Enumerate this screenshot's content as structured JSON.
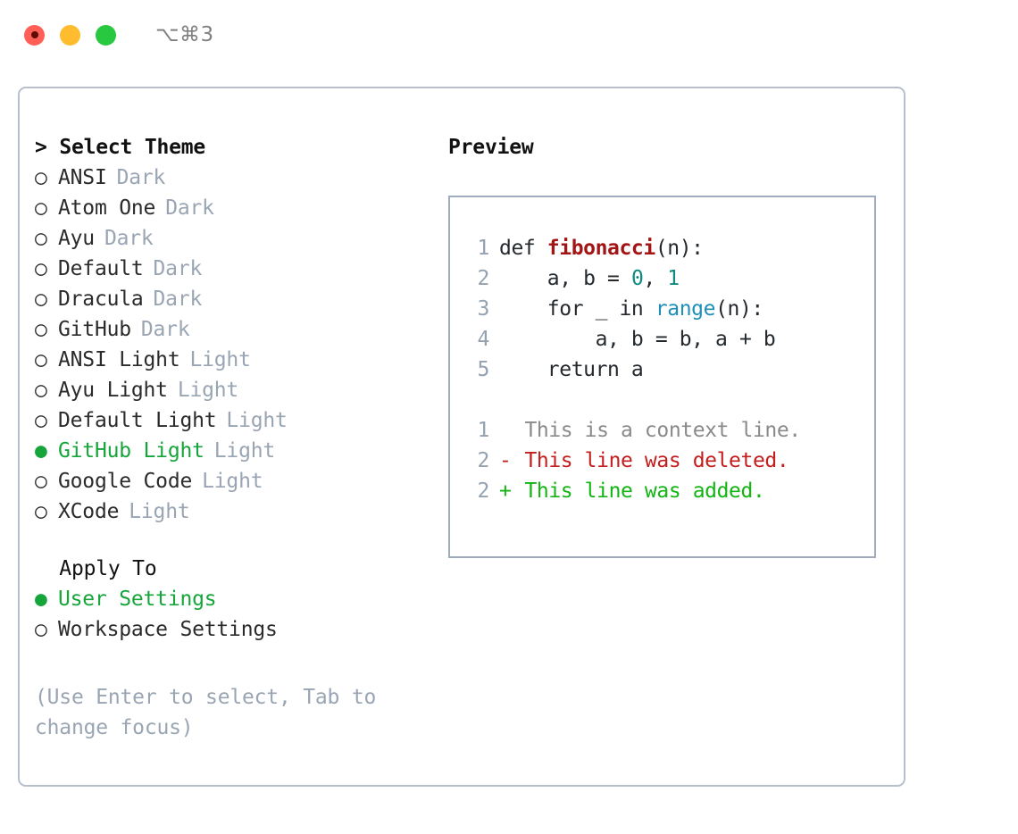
{
  "titlebar": {
    "shortcut": "⌥⌘3",
    "lights": [
      "close-red",
      "minimize-yellow",
      "zoom-green"
    ]
  },
  "theme_picker": {
    "header_prompt": ">",
    "header": "Select Theme",
    "bullet_unselected": "○",
    "bullet_selected": "●",
    "items": [
      {
        "name": "ANSI",
        "variant": "Dark",
        "selected": false
      },
      {
        "name": "Atom One",
        "variant": "Dark",
        "selected": false
      },
      {
        "name": "Ayu",
        "variant": "Dark",
        "selected": false
      },
      {
        "name": "Default",
        "variant": "Dark",
        "selected": false
      },
      {
        "name": "Dracula",
        "variant": "Dark",
        "selected": false
      },
      {
        "name": "GitHub",
        "variant": "Dark",
        "selected": false
      },
      {
        "name": "ANSI Light",
        "variant": "Light",
        "selected": false
      },
      {
        "name": "Ayu Light",
        "variant": "Light",
        "selected": false
      },
      {
        "name": "Default Light",
        "variant": "Light",
        "selected": false
      },
      {
        "name": "GitHub Light",
        "variant": "Light",
        "selected": true
      },
      {
        "name": "Google Code",
        "variant": "Light",
        "selected": false
      },
      {
        "name": "XCode",
        "variant": "Light",
        "selected": false
      }
    ]
  },
  "apply_to": {
    "header": "Apply To",
    "items": [
      {
        "name": "User Settings",
        "selected": true
      },
      {
        "name": "Workspace Settings",
        "selected": false
      }
    ]
  },
  "hint": "(Use Enter to select, Tab to change focus)",
  "preview": {
    "title": "Preview",
    "code_lines": [
      {
        "no": "1",
        "indent": "",
        "tokens": [
          {
            "t": "def ",
            "k": "plain"
          },
          {
            "t": "fibonacci",
            "k": "func"
          },
          {
            "t": "(n):",
            "k": "plain"
          }
        ]
      },
      {
        "no": "2",
        "indent": "    ",
        "tokens": [
          {
            "t": "a, b = ",
            "k": "plain"
          },
          {
            "t": "0",
            "k": "num"
          },
          {
            "t": ", ",
            "k": "plain"
          },
          {
            "t": "1",
            "k": "num"
          }
        ]
      },
      {
        "no": "3",
        "indent": "    ",
        "tokens": [
          {
            "t": "for _ in ",
            "k": "plain"
          },
          {
            "t": "range",
            "k": "builtin"
          },
          {
            "t": "(n):",
            "k": "plain"
          }
        ]
      },
      {
        "no": "4",
        "indent": "        ",
        "tokens": [
          {
            "t": "a, b = b, a + b",
            "k": "plain"
          }
        ]
      },
      {
        "no": "5",
        "indent": "    ",
        "tokens": [
          {
            "t": "return a",
            "k": "plain"
          }
        ]
      }
    ],
    "diff_lines": [
      {
        "no": "1",
        "marker": " ",
        "text": "This is a context line.",
        "kind": "context"
      },
      {
        "no": "2",
        "marker": "-",
        "text": "This line was deleted.",
        "kind": "del"
      },
      {
        "no": "2",
        "marker": "+",
        "text": "This line was added.",
        "kind": "add"
      }
    ]
  },
  "colors": {
    "accent_green": "#16a53a",
    "muted": "#9aa5b4",
    "border": "#b6bfcb",
    "preview_border": "#9facbd",
    "diff_add": "#12b512",
    "diff_del": "#c41d1d",
    "func": "#a31515",
    "builtin": "#1f8fb8",
    "number": "#0f8a80"
  }
}
